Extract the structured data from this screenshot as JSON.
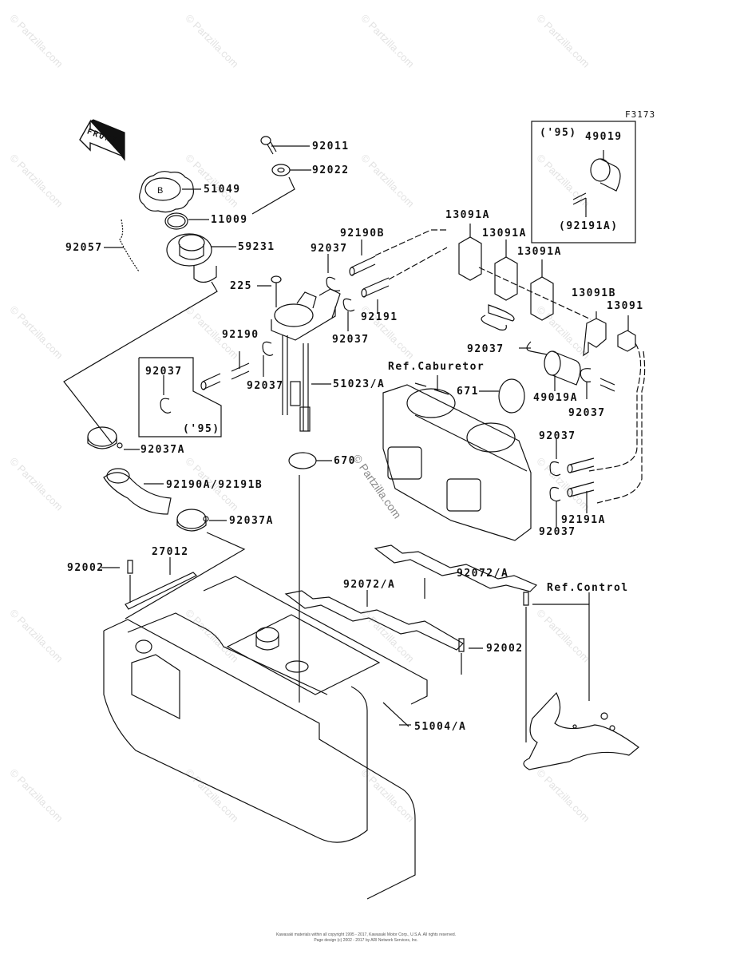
{
  "figure_id": "F3173",
  "front_label": "FRONT",
  "watermark": "© Partzilla.com",
  "footer": {
    "line1": "Kawasaki materials within all copyright 1995 - 2017, Kawasaki Motor Corp., U.S.A. All rights reserved.",
    "line2": "Page design (c) 2002 - 2017 by ARI Network Services, Inc."
  },
  "insets": [
    {
      "note": "('95)",
      "parts": [
        "49019",
        "(92191A)"
      ]
    },
    {
      "note": "('95)",
      "parts": [
        "92037"
      ]
    }
  ],
  "callouts": {
    "c92011": "92011",
    "c92022": "92022",
    "c51049": "51049",
    "c11009": "11009",
    "c92057": "92057",
    "c59231": "59231",
    "c92190B": "92190B",
    "c92037_a": "92037",
    "c225": "225",
    "c92191": "92191",
    "c92037_b": "92037",
    "c92190": "92190",
    "c92037_c": "92037",
    "c51023A": "51023/A",
    "c92037_inset": "92037",
    "c95_inset": "('95)",
    "c92037A_a": "92037A",
    "c92190A92191B": "92190A/92191B",
    "c92037A_b": "92037A",
    "c670": "670",
    "c_ref_carb": "Ref.Caburetor",
    "c671": "671",
    "c13091A_a": "13091A",
    "c13091A_b": "13091A",
    "c13091A_c": "13091A",
    "c13091B": "13091B",
    "c13091": "13091",
    "c92037_d": "92037",
    "c49019A": "49019A",
    "c92037_e": "92037",
    "c92037_f": "92037",
    "c92037_g": "92037",
    "c92191A": "92191A",
    "c95_top": "('95)",
    "c49019": "49019",
    "c92191A_paren": "(92191A)",
    "c92002_a": "92002",
    "c27012": "27012",
    "c92072A_a": "92072/A",
    "c92072A_b": "92072/A",
    "c92002_b": "92002",
    "c_ref_control": "Ref.Control",
    "c51004A": "51004/A"
  }
}
